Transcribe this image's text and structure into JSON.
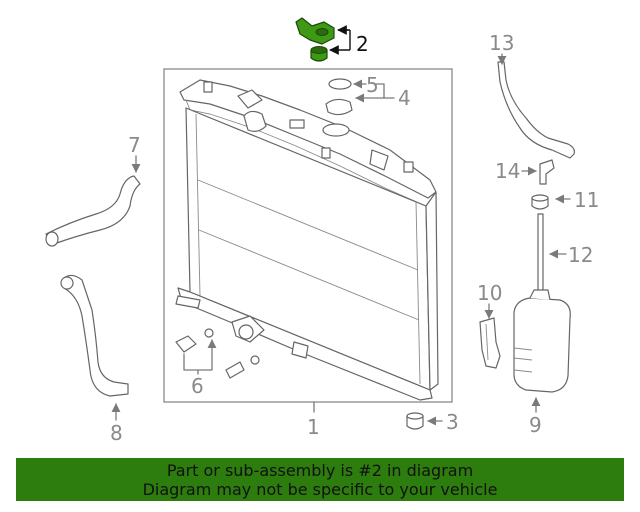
{
  "callouts": {
    "c1": "1",
    "c2": "2",
    "c3": "3",
    "c4": "4",
    "c5": "5",
    "c6": "6",
    "c7": "7",
    "c8": "8",
    "c9": "9",
    "c10": "10",
    "c11": "11",
    "c12": "12",
    "c13": "13",
    "c14": "14"
  },
  "highlight": {
    "part_number": "2",
    "color": "#2d7d0e"
  },
  "banner": {
    "line1": "Part or sub-assembly is #2 in diagram",
    "line2": "Diagram may not be specific to your vehicle"
  }
}
